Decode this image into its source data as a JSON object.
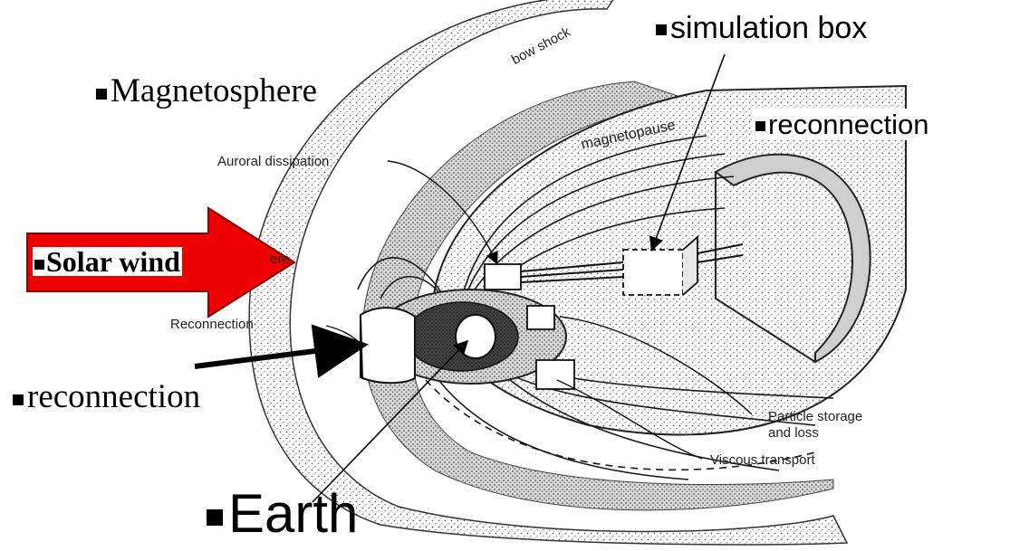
{
  "overlay_labels": {
    "simulation_box": "simulation box",
    "magnetosphere": "Magnetosphere",
    "reconnection_right": "reconnection",
    "solar_wind": "Solar wind",
    "reconnection_left": "reconnection",
    "earth": "Earth"
  },
  "figure_labels": {
    "bow_shock": "bow shock",
    "magnetopause": "magnetopause",
    "auroral_dissipation": "Auroral dissipation",
    "partial_sphere": "ere",
    "reconnection": "Reconnection",
    "particle_storage_line1": "Particle storage",
    "particle_storage_line2": "and loss",
    "viscous_transport": "Viscous transport"
  },
  "colors": {
    "arrow_fill": "#ee0000",
    "arrow_stroke": "#8a0000",
    "stipple": "#6a6a6a",
    "ink": "#1a1a1a"
  },
  "icons": [
    "bullet-square-icon"
  ]
}
